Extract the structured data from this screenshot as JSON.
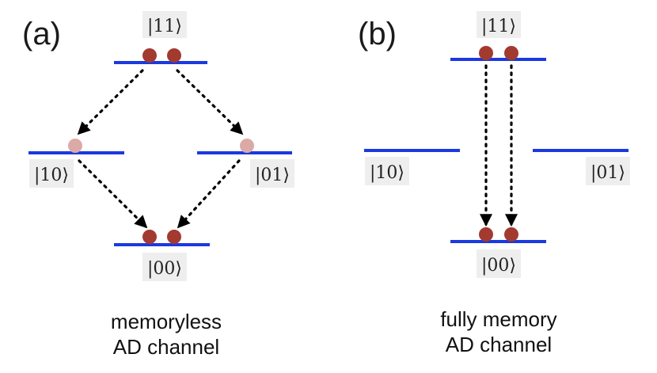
{
  "panel_a": {
    "tag": "(a)",
    "state_top": "|11⟩",
    "state_left": "|10⟩",
    "state_right": "|01⟩",
    "state_bottom": "|00⟩",
    "caption_line1": "memoryless",
    "caption_line2": "AD channel"
  },
  "panel_b": {
    "tag": "(b)",
    "state_top": "|11⟩",
    "state_left": "|10⟩",
    "state_right": "|01⟩",
    "state_bottom": "|00⟩",
    "caption_line1": "fully memory",
    "caption_line2": "AD channel"
  },
  "colors": {
    "level": "#1b39e0",
    "excitation": "#a33a2f",
    "excitation_faded": "#dcaaa6",
    "arrow": "#000000"
  }
}
